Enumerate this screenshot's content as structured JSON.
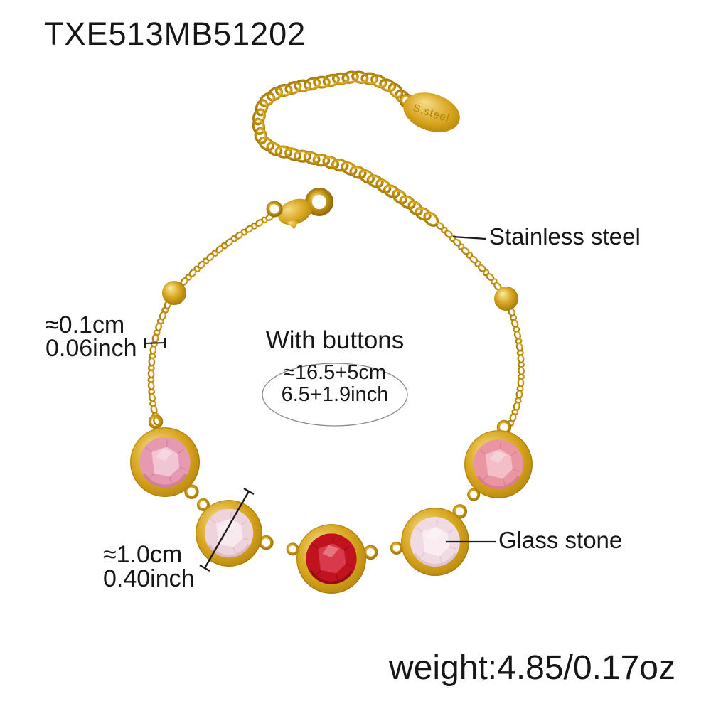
{
  "product": {
    "code": "TXE513MB51202",
    "tag_text": "S.steel",
    "weight": "weight:4.85/0.17oz"
  },
  "annotations": {
    "material_label": "Stainless steel",
    "chain_width_cm": "≈0.1cm",
    "chain_width_inch": "0.06inch",
    "buttons_label": "With buttons",
    "length_cm": "≈16.5+5cm",
    "length_inch": "6.5+1.9inch",
    "stone_diameter_cm": "≈1.0cm",
    "stone_diameter_inch": "0.40inch",
    "stone_label": "Glass stone"
  },
  "colors": {
    "background": "#ffffff",
    "text": "#161616",
    "annotation_line": "#1a1a1a",
    "ellipse_outline": "#8a8a8a",
    "gold_pale": "#fcedaa",
    "gold_light": "#f6dd8a",
    "gold": "#d7a41c",
    "gold_dark": "#966c05",
    "gold_deep": "#7c5a04",
    "tag_engraving": "#b1830e"
  },
  "bracelet": {
    "stones": [
      {
        "name": "pink-glass-stone",
        "base": "#e59ab2",
        "light": "#f2cbd8",
        "dark": "#c2688c"
      },
      {
        "name": "blush-glass-stone",
        "base": "#eed3dd",
        "light": "#f9ecf1",
        "dark": "#d2a6b8"
      },
      {
        "name": "red-glass-stone",
        "base": "#c1121f",
        "light": "#dc4052",
        "dark": "#7a0513"
      },
      {
        "name": "blush-glass-stone",
        "base": "#f0dbe4",
        "light": "#faeef3",
        "dark": "#d6afc1"
      },
      {
        "name": "salmon-glass-stone",
        "base": "#e995a4",
        "light": "#f4c4cc",
        "dark": "#cf6a80"
      }
    ]
  }
}
